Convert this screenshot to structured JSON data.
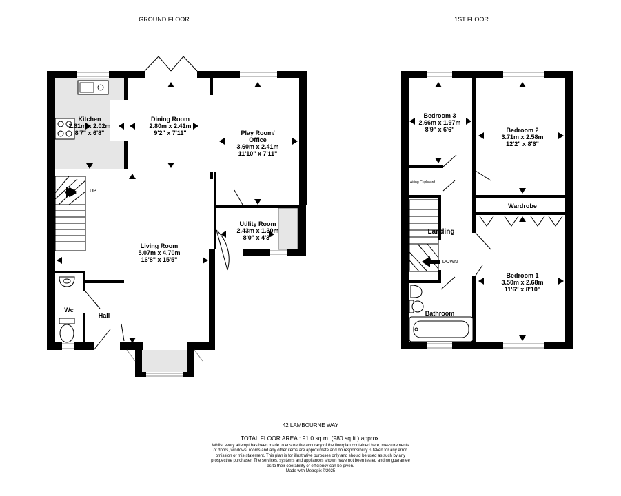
{
  "floors": {
    "ground_title": "GROUND FLOOR",
    "first_title": "1ST FLOOR"
  },
  "ground": {
    "kitchen": {
      "name": "Kitchen",
      "metric": "2.61m  x 2.02m",
      "imperial": "8'7\"  x 6'8\""
    },
    "dining": {
      "name": "Dining Room",
      "metric": "2.80m  x 2.41m",
      "imperial": "9'2\"  x 7'11\""
    },
    "playroom": {
      "name_line1": "Play Room/",
      "name_line2": "Office",
      "metric": "3.60m  x 2.41m",
      "imperial": "11'10\"  x 7'11\""
    },
    "utility": {
      "name": "Utility Room",
      "metric": "2.43m  x 1.30m",
      "imperial": "8'0\"  x 4'3\""
    },
    "living": {
      "name": "Living Room",
      "metric": "5.07m  x 4.70m",
      "imperial": "16'8\"  x 15'5\""
    },
    "wc": {
      "name": "Wc"
    },
    "hall": {
      "name": "Hall"
    },
    "stairs_up": "UP"
  },
  "first": {
    "bedroom3": {
      "name": "Bedroom 3",
      "metric": "2.66m  x 1.97m",
      "imperial": "8'9\"  x 6'6\""
    },
    "bedroom2": {
      "name": "Bedroom 2",
      "metric": "3.71m  x 2.58m",
      "imperial": "12'2\"  x 8'6\""
    },
    "bedroom1": {
      "name": "Bedroom 1",
      "metric": "3.50m  x 2.68m",
      "imperial": "11'6\"  x 8'10\""
    },
    "wardrobe": {
      "name": "Wardrobe"
    },
    "airing": {
      "name": "Airing Cupboard"
    },
    "landing": {
      "name": "Landing"
    },
    "bathroom": {
      "name": "Bathroom"
    },
    "stairs_down": "DOWN"
  },
  "footer": {
    "address": "42 LAMBOURNE WAY",
    "total_area": "TOTAL FLOOR AREA : 91.0 sq.m. (980 sq.ft.) approx.",
    "disclaimer": [
      "Whilst every attempt has been made to ensure the accuracy of the floorplan contained here, measurements",
      "of doors, windows, rooms and any other items are approximate and no responsibility is taken for any error,",
      "omission or mis-statement. This plan is for illustrative purposes only and should be used as such by any",
      "prospective purchaser. The services, systems and appliances shown have not been tested and no guarantee",
      "as to their operability or efficiency can be given.",
      "Made with Metropix ©2025"
    ]
  },
  "colors": {
    "wall": "#000000",
    "fixture_fill": "#e6e6e6",
    "window_line": "#888888"
  }
}
